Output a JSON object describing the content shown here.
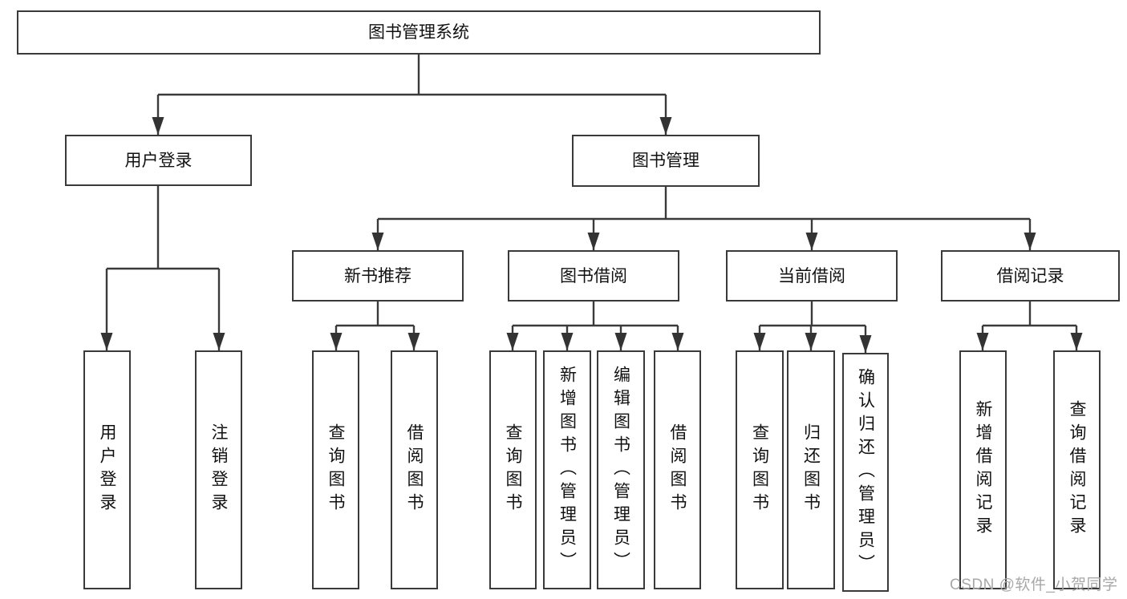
{
  "nodes": {
    "root": "图书管理系统",
    "user_login": "用户登录",
    "book_mgmt": "图书管理",
    "new_book_rec": "新书推荐",
    "book_borrow": "图书借阅",
    "current_borrow": "当前借阅",
    "borrow_records": "借阅记录",
    "ul_leaf_login": "用户登录",
    "ul_leaf_logout": "注销登录",
    "nbr_leaf_query": "查询图书",
    "nbr_leaf_borrow": "借阅图书",
    "bb_leaf_query": "查询图书",
    "bb_leaf_add": "新增图书（管理员）",
    "bb_leaf_edit": "编辑图书（管理员）",
    "bb_leaf_borrow": "借阅图书",
    "cb_leaf_query": "查询图书",
    "cb_leaf_return": "归还图书",
    "cb_leaf_confirm": "确认归还（管理员）",
    "br_leaf_add": "新增借阅记录",
    "br_leaf_query": "查询借阅记录"
  },
  "watermark": "CSDN @软件_小贺同学",
  "colors": {
    "line": "#3a3a3a",
    "text": "#111111",
    "watermark": "#a8a8a8"
  }
}
